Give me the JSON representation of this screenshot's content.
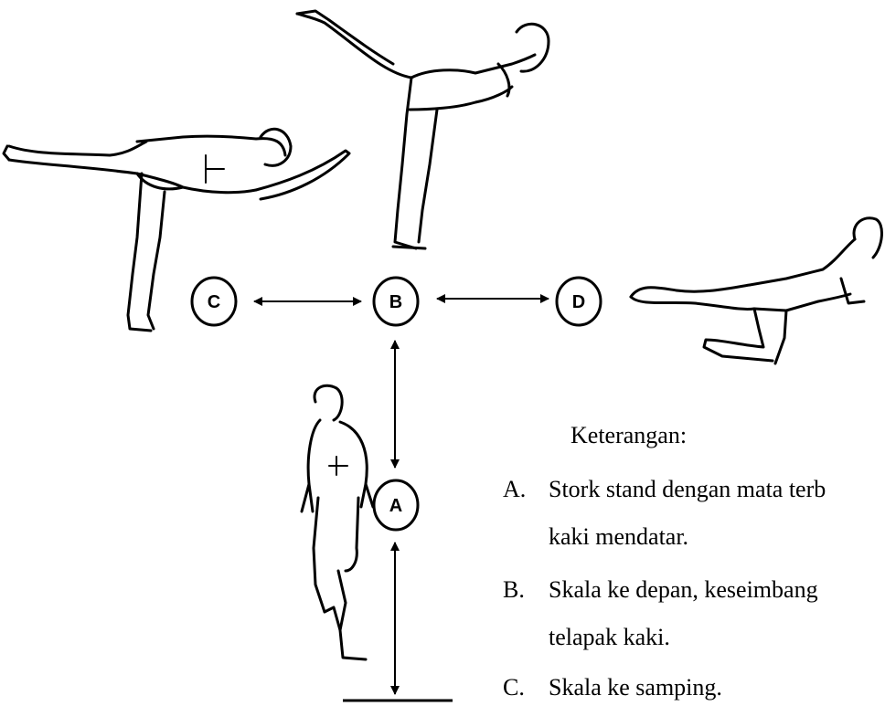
{
  "diagram": {
    "nodes": [
      {
        "id": "A",
        "label": "A"
      },
      {
        "id": "B",
        "label": "B"
      },
      {
        "id": "C",
        "label": "C"
      },
      {
        "id": "D",
        "label": "D"
      }
    ],
    "edges": [
      {
        "from": "C",
        "to": "B",
        "style": "double-arrow"
      },
      {
        "from": "B",
        "to": "D",
        "style": "double-arrow"
      },
      {
        "from": "B",
        "to": "A",
        "style": "double-arrow"
      },
      {
        "from": "A",
        "to": "ground",
        "style": "double-arrow"
      }
    ],
    "figures": [
      "stork-stand-figure",
      "front-scale-figure",
      "side-scale-figure",
      "kneeling-balance-figure"
    ]
  },
  "legend": {
    "title": "Keterangan:",
    "items": [
      {
        "letter": "A.",
        "text": "Stork stand dengan mata terb",
        "continuation": "kaki mendatar."
      },
      {
        "letter": "B.",
        "text": "Skala ke depan, keseimbang",
        "continuation": "telapak kaki."
      },
      {
        "letter": "C.",
        "text": "Skala ke samping.",
        "continuation": ""
      }
    ]
  }
}
